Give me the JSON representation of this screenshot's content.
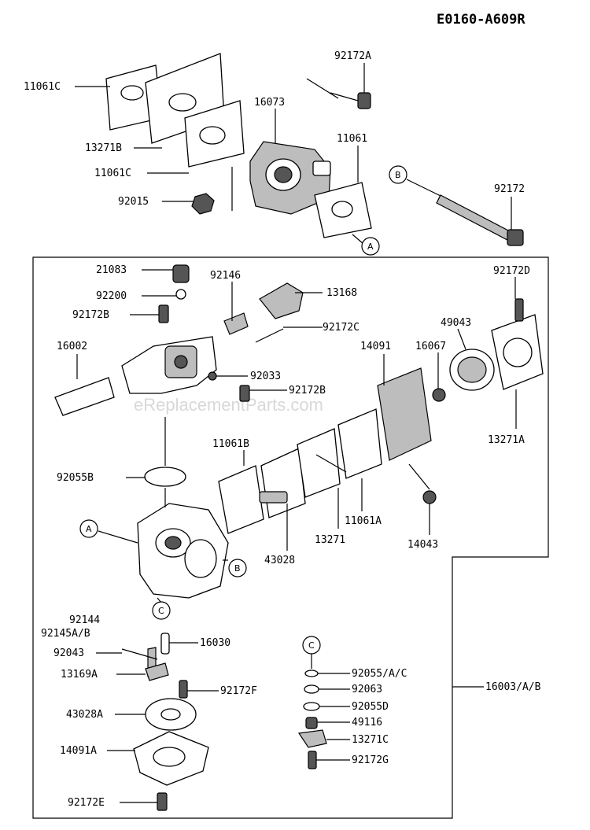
{
  "diagram_code": "E0160-A609R",
  "watermark": "eReplacementParts.com",
  "callouts": {
    "a": "A",
    "b": "B",
    "c": "C"
  },
  "labels": {
    "p11061c_top": "11061C",
    "p92172a": "92172A",
    "p16073": "16073",
    "p11061": "11061",
    "p13271b": "13271B",
    "p11061c_bottom": "11061C",
    "p92015": "92015",
    "p92172": "92172",
    "p21083": "21083",
    "p92146": "92146",
    "p13168": "13168",
    "p92172d": "92172D",
    "p92200": "92200",
    "p92172b_top": "92172B",
    "p92172c": "92172C",
    "p49043": "49043",
    "p14091": "14091",
    "p16067": "16067",
    "p16002": "16002",
    "p92033": "92033",
    "p92172b_mid": "92172B",
    "p13271a": "13271A",
    "p11061b": "11061B",
    "p92055b": "92055B",
    "p11061a": "11061A",
    "p13271": "13271",
    "p14043": "14043",
    "p43028": "43028",
    "p92144": "92144",
    "p92145ab": "92145A/B",
    "p16030": "16030",
    "p92043": "92043",
    "p13169a": "13169A",
    "p92172f": "92172F",
    "p43028a": "43028A",
    "p14091a": "14091A",
    "p92172e": "92172E",
    "p92055ac": "92055/A/C",
    "p92063": "92063",
    "p92055d": "92055D",
    "p49116": "49116",
    "p13271c": "13271C",
    "p92172g": "92172G",
    "p16003ab": "16003/A/B"
  }
}
